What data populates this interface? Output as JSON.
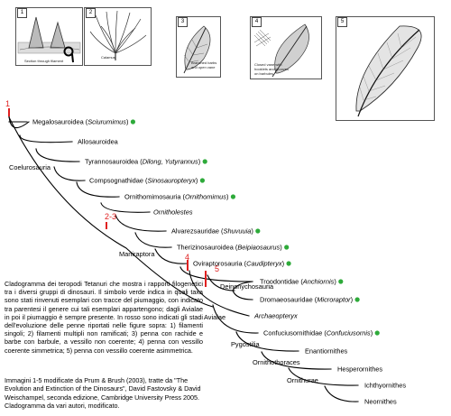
{
  "panels": [
    {
      "num": "1",
      "labels": [
        "Section through filament"
      ]
    },
    {
      "num": "2",
      "labels": [
        "Calamus"
      ]
    },
    {
      "num": "3",
      "labels": [
        "Branched barbs",
        "and open vane"
      ]
    },
    {
      "num": "4",
      "labels": [
        "Closed vane with",
        "hooklets and grooves",
        "on barbules"
      ]
    },
    {
      "num": "5",
      "labels": []
    }
  ],
  "tree": {
    "taxa": [
      {
        "label": "Megalosauroidea (",
        "italic": "Sciurumimus",
        "tail": ")",
        "dot": true
      },
      {
        "label": "Allosauroidea",
        "italic": "",
        "tail": "",
        "dot": false
      },
      {
        "label": "Tyrannosauroidea (",
        "italic": "Dilong, Yutyrannus",
        "tail": ")",
        "dot": true
      },
      {
        "label": "Compsognathidae (",
        "italic": "Sinosauropteryx",
        "tail": ")",
        "dot": true
      },
      {
        "label": "Ornithomimosauria (",
        "italic": "Ornithomimus",
        "tail": ")",
        "dot": true
      },
      {
        "label": "",
        "italic": "Ornitholestes",
        "tail": "",
        "dot": false
      },
      {
        "label": "Alvarezsauridae (",
        "italic": "Shuvuuia",
        "tail": ")",
        "dot": true
      },
      {
        "label": "Therizinosauroidea (",
        "italic": "Beipiaosaurus",
        "tail": ")",
        "dot": true
      },
      {
        "label": "Oviraptorosauria (",
        "italic": "Caudipteryx",
        "tail": ")",
        "dot": true
      },
      {
        "label": "Troodontidae (",
        "italic": "Anchiornis",
        "tail": ")",
        "dot": true
      },
      {
        "label": "Dromaeosauridae (",
        "italic": "Microraptor",
        "tail": ")",
        "dot": true
      },
      {
        "label": "",
        "italic": "Archaeopteryx",
        "tail": "",
        "dot": false
      },
      {
        "label": "Confuciusornithidae (",
        "italic": "Confuciusornis",
        "tail": ")",
        "dot": true
      },
      {
        "label": "Enantiornithes",
        "italic": "",
        "tail": "",
        "dot": false
      },
      {
        "label": "Hesperornithes",
        "italic": "",
        "tail": "",
        "dot": false
      },
      {
        "label": "Ichthyornithes",
        "italic": "",
        "tail": "",
        "dot": false
      },
      {
        "label": "Neornithes",
        "italic": "",
        "tail": "",
        "dot": false
      }
    ],
    "clades": [
      "Coelurosauria",
      "Maniraptora",
      "Deinonychosauria",
      "Avialae",
      "Pygostilia",
      "Ornithothoraces",
      "Ornithurae"
    ],
    "stage_marks": [
      "1",
      "2-3",
      "4",
      "5"
    ],
    "colors": {
      "dot": "#2eaa3a",
      "stage": "#e02020",
      "line": "#000000"
    }
  },
  "caption": "Cladogramma dei teropodi Tetanuri che mostra i rapporti filogenetici tra i diversi gruppi di dinosauri. Il simbolo verde indica in quali taxa sono stati rinvenuti esemplari con tracce del piumaggio, con indicato tra parentesi il genere cui tali esemplari appartengono; dagli Avialae in poi il piumaggio è sempre presente. In rosso sono indicati gli stadi dell'evoluzione delle penne riportati nelle figure sopra: 1) filamenti singoli; 2) filamenti multipli non ramificati; 3) penna con rachide e barbe con barbule, a vessillo non coerente; 4) penna con vessillo coerente simmetrica; 5) penna con vessillo coerente asimmetrica.",
  "credits": "Immagini 1-5 modificate da Prum & Brush (2003), tratte da \"The Evolution and Extinction of the Dinosaurs\", David Fastovsky & David Weischampel, seconda edizione, Cambridge University Press 2005. Cladogramma da vari autori, modificato."
}
